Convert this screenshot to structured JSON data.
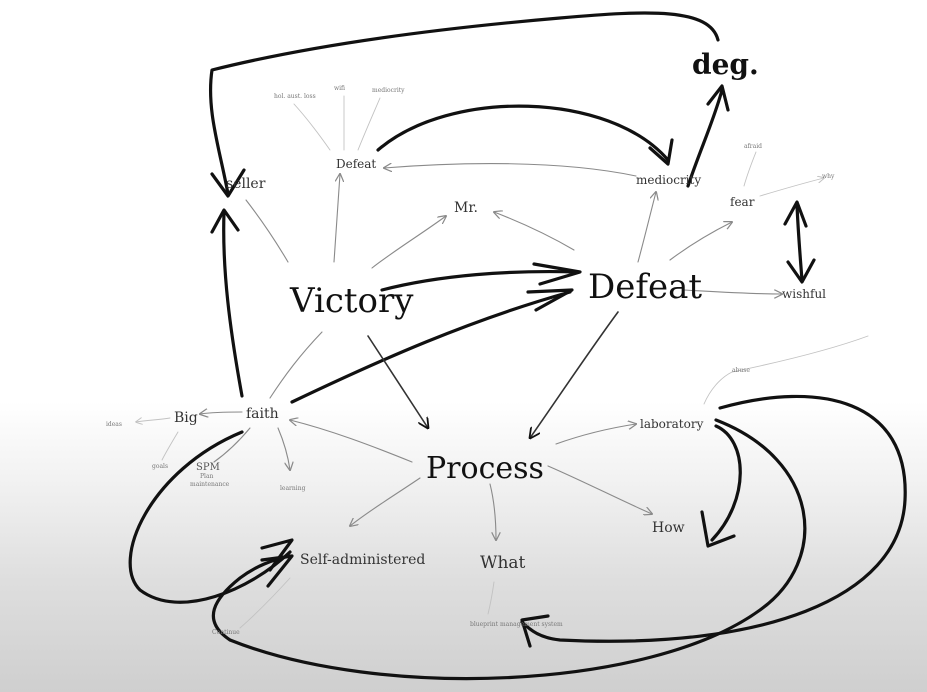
{
  "diagram": {
    "nodes": {
      "victory": "Victory",
      "defeat": "Defeat",
      "process": "Process",
      "faith": "faith",
      "defeat_small": "Defeat",
      "mediocrity": "mediocrity",
      "mr": "Mr.",
      "fear": "fear",
      "wishful": "wishful",
      "laboratory": "laboratory",
      "how": "How",
      "what": "What",
      "self_administered": "Self-administered",
      "big": "Big",
      "seller": "seller",
      "deg": "deg."
    },
    "minor_labels": {
      "top_left": "hol. aust. loss",
      "wifi": "wifi",
      "mediocrity_small": "mediocrity",
      "afraid": "afraid",
      "why": "why",
      "abuse": "abuse",
      "ideas": "ideas",
      "goals": "goals",
      "spm": "SPM",
      "plan": "Plan",
      "maintenance": "maintenance",
      "learning": "learning",
      "continue": "Continue",
      "system": "blueprint management system"
    }
  }
}
